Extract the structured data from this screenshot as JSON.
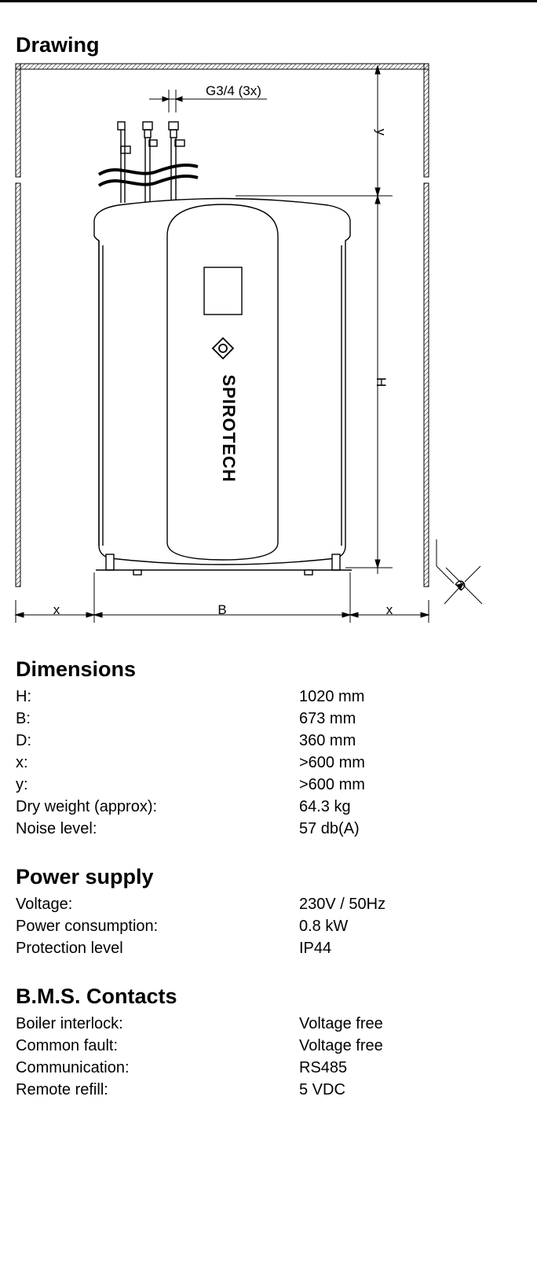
{
  "drawing": {
    "heading": "Drawing",
    "pipe_label": "G3/4 (3x)",
    "brand_text": "SPIROTECH",
    "dim_y": "y",
    "dim_h": "H",
    "dim_b": "B",
    "dim_x_left": "x",
    "dim_x_right": "x",
    "dim_d": "D"
  },
  "dimensions": {
    "heading": "Dimensions",
    "rows": [
      {
        "label": "H:",
        "value": "1020 mm"
      },
      {
        "label": "B:",
        "value": "673 mm"
      },
      {
        "label": "D:",
        "value": "360 mm"
      },
      {
        "label": "x:",
        "value": ">600 mm"
      },
      {
        "label": "y:",
        "value": ">600 mm"
      },
      {
        "label": "Dry weight (approx):",
        "value": "64.3 kg"
      },
      {
        "label": "Noise level:",
        "value": "57 db(A)"
      }
    ]
  },
  "power": {
    "heading": "Power supply",
    "rows": [
      {
        "label": "Voltage:",
        "value": "230V / 50Hz"
      },
      {
        "label": "Power consumption:",
        "value": "0.8 kW"
      },
      {
        "label": "Protection level",
        "value": "IP44"
      }
    ]
  },
  "bms": {
    "heading": "B.M.S. Contacts",
    "rows": [
      {
        "label": "Boiler interlock:",
        "value": "Voltage free"
      },
      {
        "label": "Common fault:",
        "value": "Voltage free"
      },
      {
        "label": "Communication:",
        "value": "RS485"
      },
      {
        "label": "Remote refill:",
        "value": "5 VDC"
      }
    ]
  }
}
